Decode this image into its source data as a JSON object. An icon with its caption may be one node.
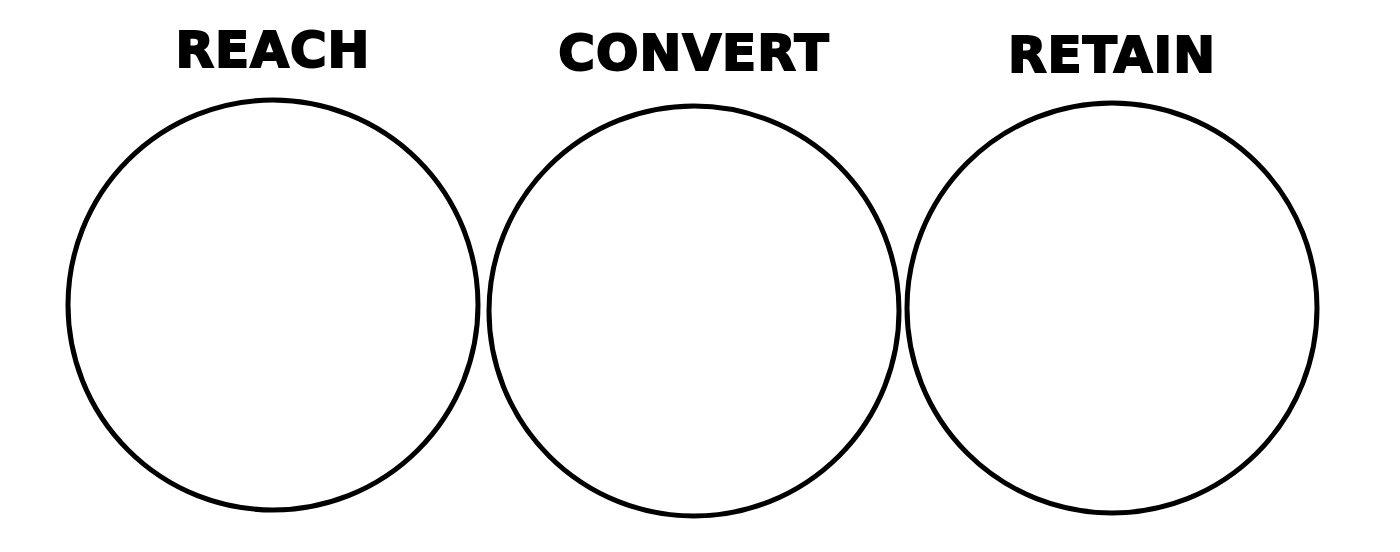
{
  "diagram": {
    "nodes": [
      {
        "text": [
          "REACH"
        ]
      },
      {
        "text": [
          "CONVERT"
        ]
      },
      {
        "text": [
          "RETAIN"
        ]
      }
    ]
  }
}
